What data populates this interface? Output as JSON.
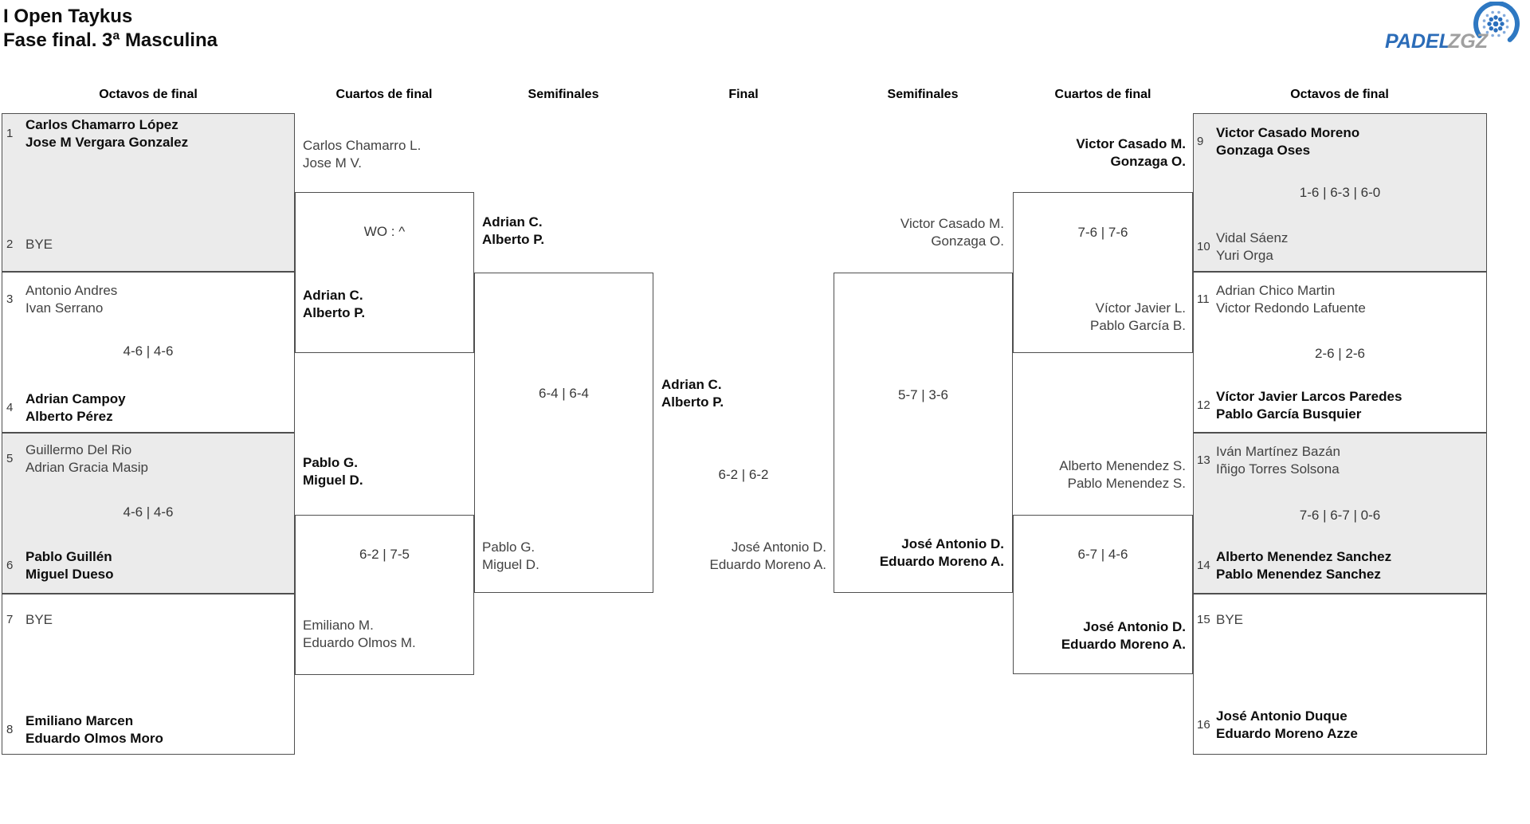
{
  "header": {
    "title_line1": "I Open Taykus",
    "title_line2": "Fase final. 3ª Masculina"
  },
  "logo": {
    "brand_primary": "PADEL",
    "brand_secondary": "ZGZ"
  },
  "round_headers": [
    "Octavos de final",
    "Cuartos de final",
    "Semifinales",
    "Final",
    "Semifinales",
    "Cuartos de final",
    "Octavos de final"
  ],
  "colors": {
    "box_fill_gray": "#ebebeb",
    "line": "#4f4f4f",
    "winner_text": "#0d0d0d",
    "loser_text": "#424242",
    "logo_blue": "#2b6cb8",
    "logo_gray": "#a0a0a0"
  },
  "bracket": {
    "r16_left": [
      {
        "seed_top": "1",
        "team_top": "Carlos Chamarro López\nJose M Vergara Gonzalez",
        "score": "",
        "seed_bottom": "2",
        "team_bottom": "BYE"
      },
      {
        "seed_top": "3",
        "team_top": "Antonio Andres\nIvan Serrano",
        "score": "4-6 | 4-6",
        "seed_bottom": "4",
        "team_bottom": "Adrian Campoy\nAlberto Pérez"
      },
      {
        "seed_top": "5",
        "team_top": "Guillermo Del Rio\nAdrian Gracia Masip",
        "score": "4-6 | 4-6",
        "seed_bottom": "6",
        "team_bottom": "Pablo Guillén\nMiguel Dueso"
      },
      {
        "seed_top": "7",
        "team_top": "BYE",
        "score": "",
        "seed_bottom": "8",
        "team_bottom": "Emiliano Marcen\nEduardo Olmos Moro"
      }
    ],
    "qf_left": [
      {
        "team_top": "Carlos Chamarro L.\nJose M V.",
        "score": "WO : ^",
        "team_bottom": "Adrian C.\nAlberto P."
      },
      {
        "team_top": "Pablo G.\nMiguel D.",
        "score": "6-2 | 7-5",
        "team_bottom": "Emiliano M.\nEduardo Olmos M."
      }
    ],
    "sf_left": {
      "team_top": "Adrian C.\nAlberto P.",
      "score": "6-4 | 6-4",
      "team_bottom": "Pablo G.\nMiguel D."
    },
    "final": {
      "winner": "Adrian C.\nAlberto P.",
      "score": "6-2 | 6-2",
      "runner_up": "José Antonio D.\nEduardo Moreno A."
    },
    "sf_right": {
      "team_top": "Victor Casado M.\nGonzaga O.",
      "score": "5-7 | 3-6",
      "team_bottom": "José Antonio D.\nEduardo Moreno A."
    },
    "qf_right": [
      {
        "team_top": "Victor Casado M.\nGonzaga O.",
        "score": "7-6 | 7-6",
        "team_bottom": "Víctor Javier L.\nPablo García B."
      },
      {
        "team_top": "Alberto Menendez S.\nPablo Menendez S.",
        "score": "6-7 | 4-6",
        "team_bottom": "José Antonio D.\nEduardo Moreno A."
      }
    ],
    "r16_right": [
      {
        "seed_top": "9",
        "team_top": "Victor Casado Moreno\nGonzaga Oses",
        "score": "1-6 | 6-3 | 6-0",
        "seed_bottom": "10",
        "team_bottom": "Vidal Sáenz\nYuri Orga"
      },
      {
        "seed_top": "11",
        "team_top": "Adrian Chico Martin\nVictor Redondo Lafuente",
        "score": "2-6 | 2-6",
        "seed_bottom": "12",
        "team_bottom": "Víctor Javier Larcos Paredes\nPablo García Busquier"
      },
      {
        "seed_top": "13",
        "team_top": "Iván Martínez Bazán\nIñigo Torres Solsona",
        "score": "7-6 | 6-7 | 0-6",
        "seed_bottom": "14",
        "team_bottom": "Alberto Menendez Sanchez\nPablo Menendez Sanchez"
      },
      {
        "seed_top": "15",
        "team_top": "BYE",
        "score": "",
        "seed_bottom": "16",
        "team_bottom": "José Antonio Duque\nEduardo Moreno Azze"
      }
    ]
  }
}
